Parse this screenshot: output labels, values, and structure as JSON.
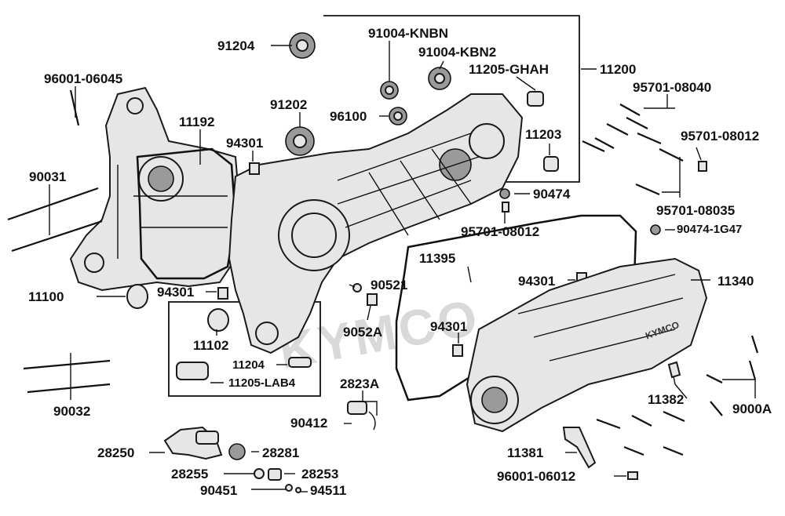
{
  "brand": {
    "watermark": "KYMCO",
    "cover_badge": "KYMCO"
  },
  "parts": {
    "p91004_knbn": "91004-KNBN",
    "p91004_kbn2": "91004-KBN2",
    "p11205_ghah": "11205-GHAH",
    "p11200": "11200",
    "p91204": "91204",
    "p96001_06045": "96001-06045",
    "p91202": "91202",
    "p96100": "96100",
    "p95701_08040": "95701-08040",
    "p11192": "11192",
    "p94301_a": "94301",
    "p11203": "11203",
    "p95701_08012_a": "95701-08012",
    "p90031": "90031",
    "p90474": "90474",
    "p95701_08035": "95701-08035",
    "p95701_08012_b": "95701-08012",
    "p90474_1g47": "90474-1G47",
    "p11395": "11395",
    "p94301_b": "94301",
    "p11340": "11340",
    "p90521": "90521",
    "p11100": "11100",
    "p94301_c": "94301",
    "p9052a": "9052A",
    "p94301_d": "94301",
    "p11102": "11102",
    "p11204": "11204",
    "p11205_lab4": "11205-LAB4",
    "p2823a": "2823A",
    "p11382": "11382",
    "p9000a": "9000A",
    "p90032": "90032",
    "p90412": "90412",
    "p28250": "28250",
    "p28281": "28281",
    "p11381": "11381",
    "p28255": "28255",
    "p28253": "28253",
    "p96001_06012": "96001-06012",
    "p90451": "90451",
    "p94511": "94511"
  }
}
